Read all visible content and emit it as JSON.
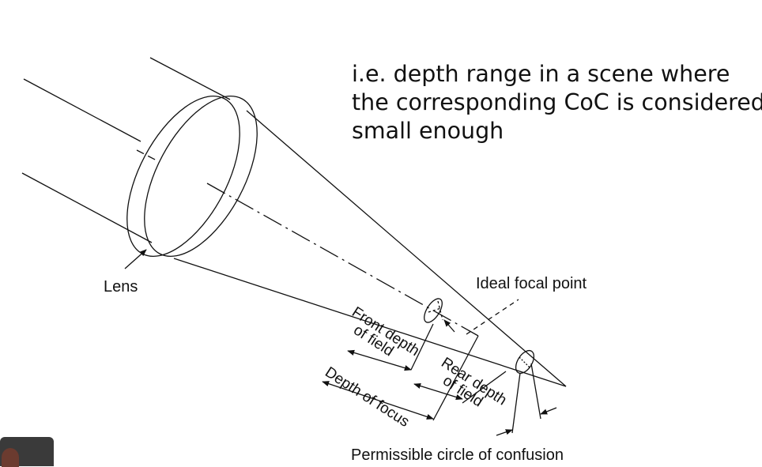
{
  "caption": {
    "lines": [
      "i.e. depth range in a scene where",
      "the corresponding CoC is considered",
      "small enough"
    ]
  },
  "labels": {
    "lens": "Lens",
    "ideal_focal_point": "Ideal focal point",
    "front_depth_line1": "Front depth",
    "front_depth_line2": "of field",
    "rear_depth_line1": "Rear depth",
    "rear_depth_line2": "of field",
    "depth_of_focus": "Depth of focus",
    "permissible_coc": "Permissible circle of confusion"
  },
  "colors": {
    "line": "#111111",
    "background": "#ffffff"
  }
}
